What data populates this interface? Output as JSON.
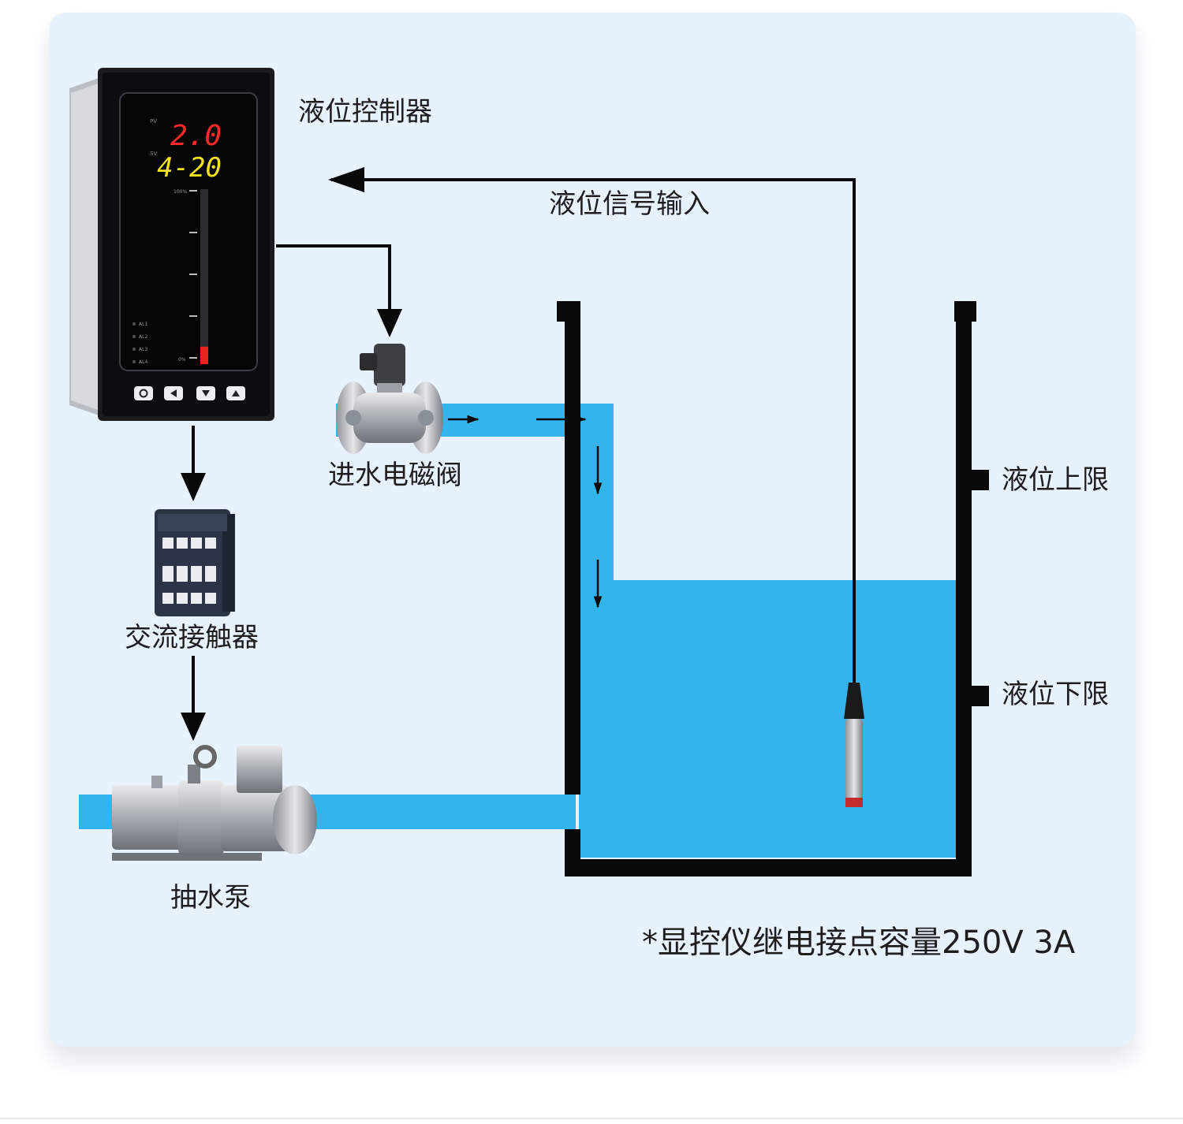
{
  "labels": {
    "controller": "液位控制器",
    "signal_input": "液位信号输入",
    "inlet_valve": "进水电磁阀",
    "contactor": "交流接触器",
    "pump": "抽水泵",
    "upper_limit": "液位上限",
    "lower_limit": "液位下限"
  },
  "display": {
    "pv_label": "PV",
    "sv_label": "SV",
    "pv_value": "2.0",
    "sv_value": "4-20",
    "scale_top": "100%",
    "scale_bottom": "0%",
    "alarms": [
      "AL1",
      "AL2",
      "AL3",
      "AL4"
    ],
    "bar_level": 0.1
  },
  "note": "*显控仪继电接点容量250V 3A",
  "colors": {
    "water": "#34b4ec",
    "panel_bg": "#e8f1fe",
    "line": "#0a0a0a",
    "pv_red": "#ff2a2a",
    "sv_yellow": "#f2e21c"
  }
}
